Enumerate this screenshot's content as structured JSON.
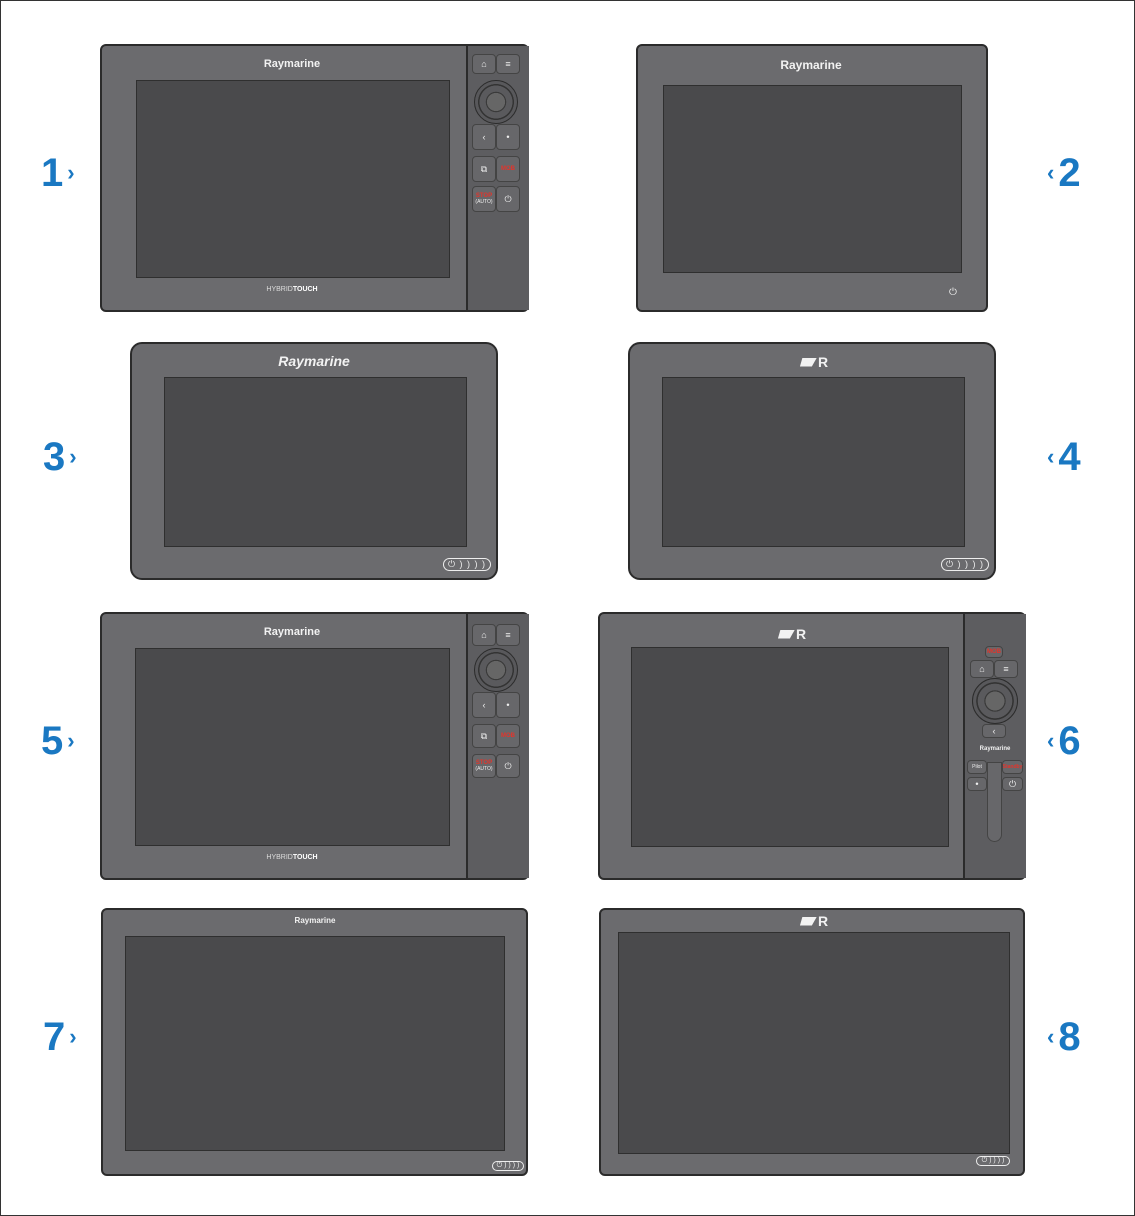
{
  "labels": [
    "1",
    "2",
    "3",
    "4",
    "5",
    "6",
    "7",
    "8"
  ],
  "arrow_right": "›",
  "arrow_left": "‹",
  "brand": "Raymarine",
  "hybrid": "HYBRID",
  "touch": "TOUCH",
  "power_glyph": "⏻",
  "power_bar": "⏻ ) ) ) )",
  "keypad": {
    "home": "⌂",
    "menu": "≡",
    "back": "‹",
    "dot": "•",
    "stop": "STOP",
    "auto": "(AUTO)",
    "mob": "MOB",
    "pilot": "Pilot",
    "standby": "Standby"
  },
  "colors": {
    "accent": "#1a78c2",
    "bezel": "#6b6b6e",
    "screen": "#4a4a4c"
  }
}
